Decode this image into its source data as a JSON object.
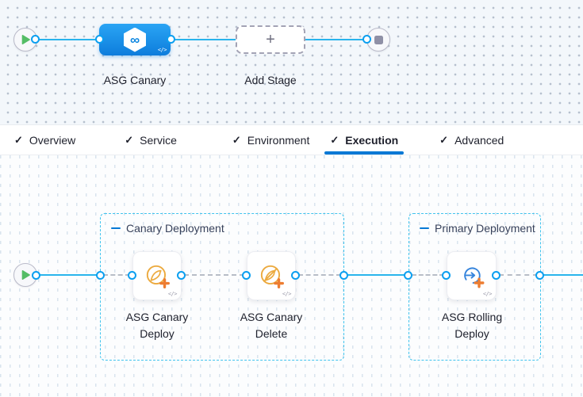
{
  "icons": {
    "check": "✓",
    "plus": "+",
    "code": "</>",
    "infinity": "∞"
  },
  "colors": {
    "accent_blue": "#0278d5",
    "connector_cyan": "#29b4ec",
    "port_ring": "#0b9ff0",
    "stage_blue_top": "#2aa4f4",
    "stage_blue_bottom": "#0d7ddc",
    "group_border": "#3fc3ee",
    "step_icon_orange": "#ecaa3f",
    "cross_orange": "#ed7d31",
    "rolling_icon_blue": "#3584dc",
    "play_green": "#55bd66"
  },
  "stage_graph": {
    "stage_label": "ASG Canary",
    "add_stage_label": "Add Stage"
  },
  "tabs": [
    {
      "label": "Overview",
      "checked": true,
      "active": false
    },
    {
      "label": "Service",
      "checked": true,
      "active": false
    },
    {
      "label": "Environment",
      "checked": true,
      "active": false
    },
    {
      "label": "Execution",
      "checked": true,
      "active": true
    },
    {
      "label": "Advanced",
      "checked": true,
      "active": false
    }
  ],
  "execution": {
    "groups": [
      {
        "title": "Canary Deployment",
        "steps": [
          {
            "label": "ASG Canary Deploy",
            "icon": "asg-canary-deploy-icon"
          },
          {
            "label": "ASG Canary Delete",
            "icon": "asg-canary-delete-icon"
          }
        ]
      },
      {
        "title": "Primary Deployment",
        "steps": [
          {
            "label": "ASG Rolling Deploy",
            "icon": "asg-rolling-deploy-icon"
          }
        ]
      }
    ]
  }
}
